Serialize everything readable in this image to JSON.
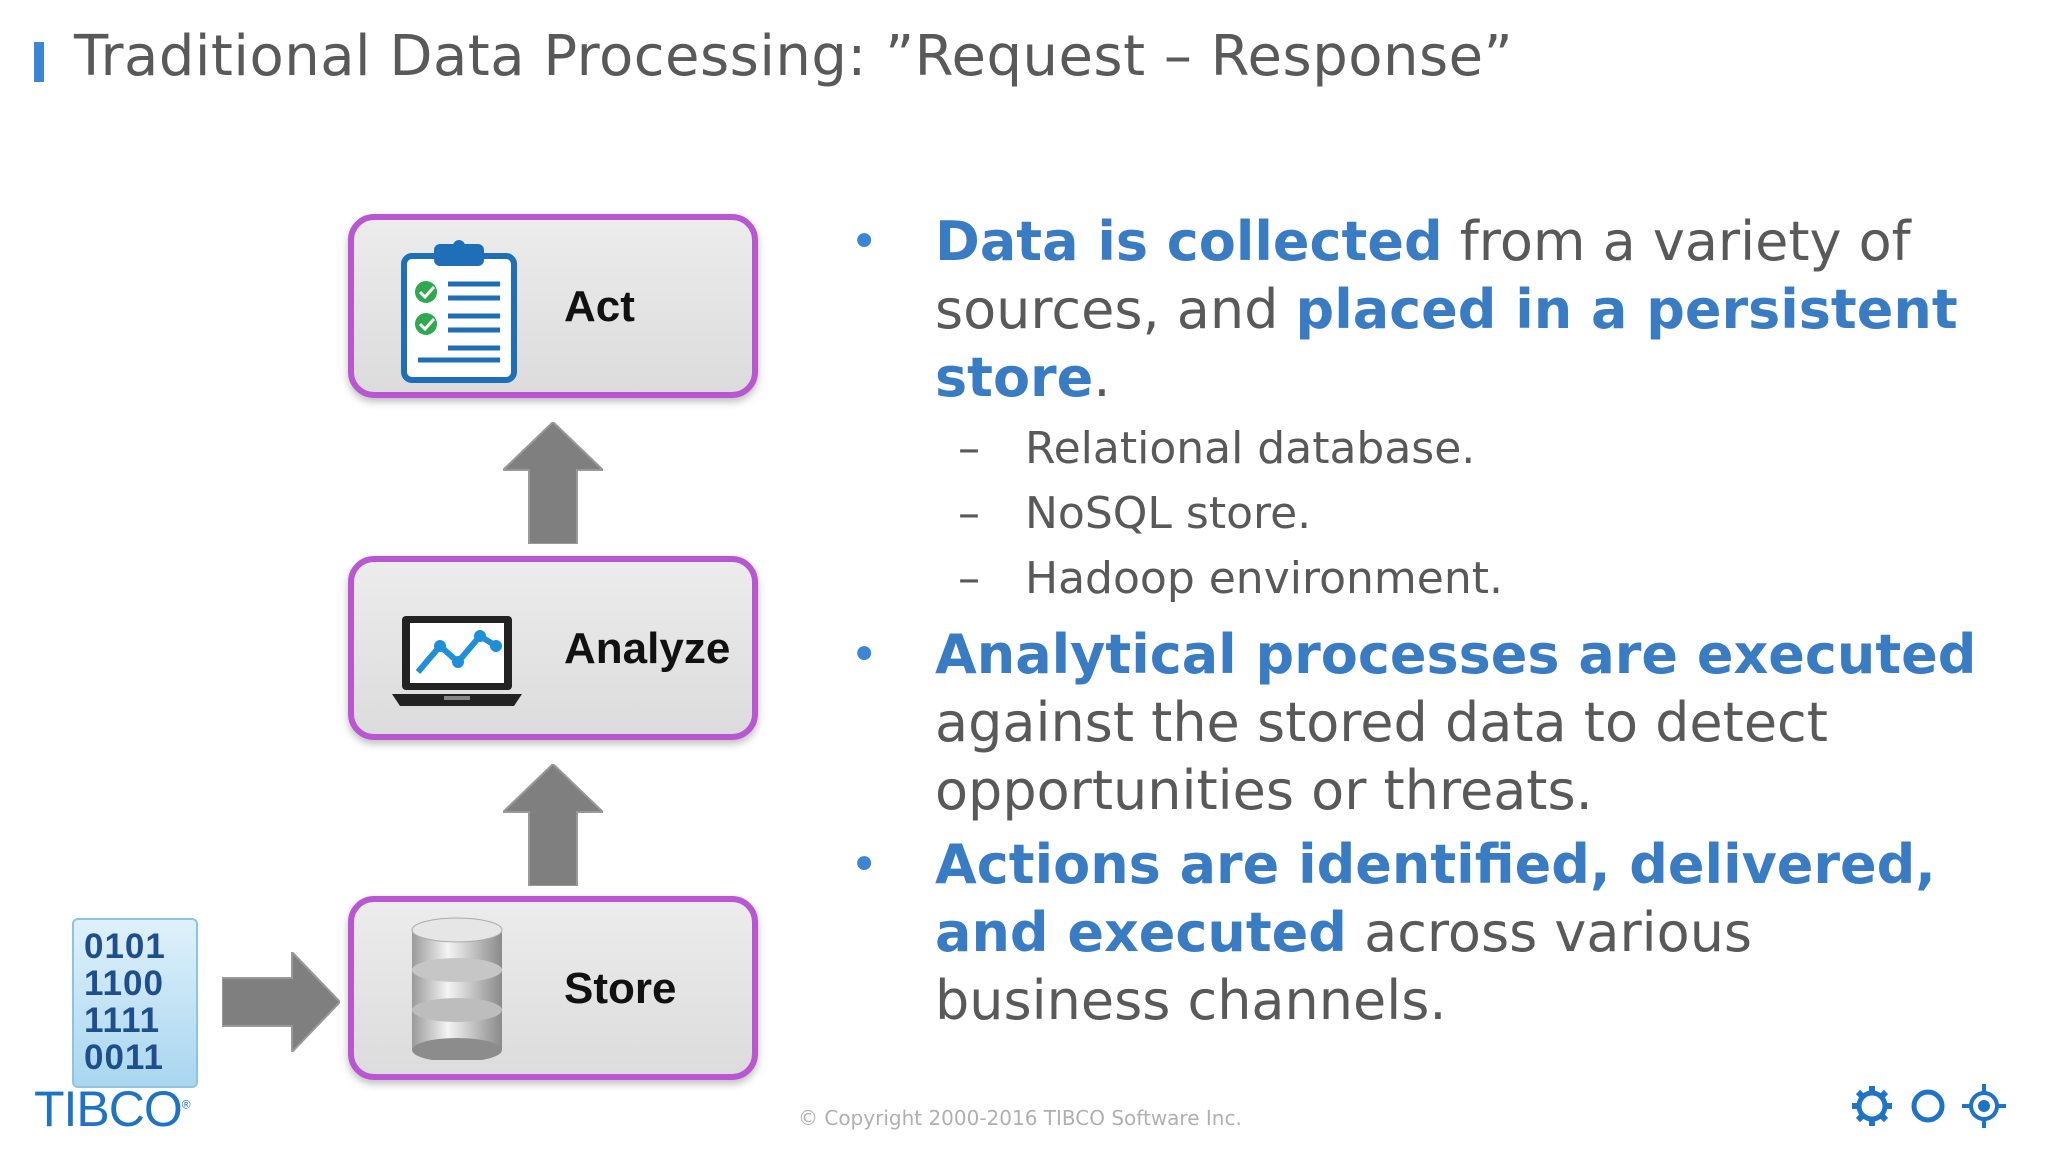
{
  "title": "Traditional Data Processing: ”Request – Response”",
  "diagram": {
    "act_label": "Act",
    "analyze_label": "Analyze",
    "store_label": "Store",
    "binary_lines": [
      "0101",
      "1100",
      "1111",
      "0011"
    ]
  },
  "bullets": [
    {
      "parts": [
        {
          "text": "Data is collected",
          "highlight": true
        },
        {
          "text": " from a variety of sources, and ",
          "highlight": false
        },
        {
          "text": "placed in a persistent store",
          "highlight": true
        },
        {
          "text": ".",
          "highlight": false
        }
      ],
      "subitems": [
        "Relational database.",
        "NoSQL store.",
        "Hadoop environment."
      ]
    },
    {
      "parts": [
        {
          "text": "Analytical processes are executed",
          "highlight": true
        },
        {
          "text": " against the stored data to detect opportunities or threats.",
          "highlight": false
        }
      ],
      "subitems": []
    },
    {
      "parts": [
        {
          "text": "Actions are identified, delivered, and executed",
          "highlight": true
        },
        {
          "text": " across various business channels.",
          "highlight": false
        }
      ],
      "subitems": []
    }
  ],
  "footer": {
    "copyright": "© Copyright 2000-2016 TIBCO Software Inc.",
    "logo_text": "TIBCO"
  },
  "colors": {
    "accent_blue": "#3a7cc4",
    "box_border": "#b957d3",
    "arrow_gray": "#808080"
  }
}
